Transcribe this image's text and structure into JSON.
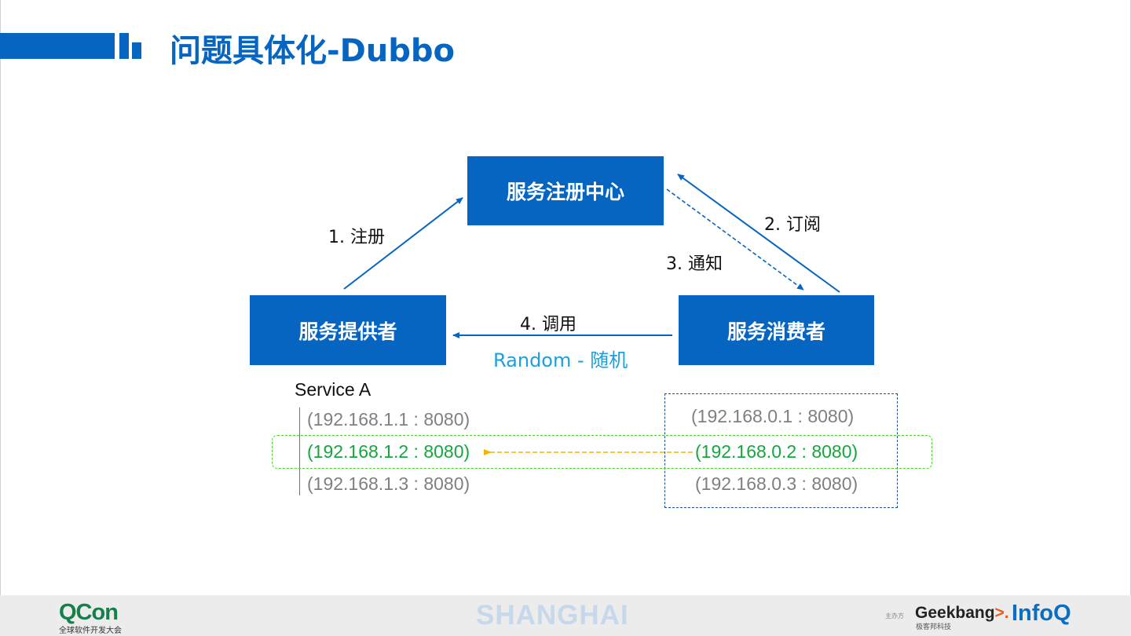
{
  "title": "问题具体化-Dubbo",
  "nodes": {
    "registry": "服务注册中心",
    "provider": "服务提供者",
    "consumer": "服务消费者"
  },
  "edges": {
    "register": "1. 注册",
    "subscribe": "2. 订阅",
    "notify": "3. 通知",
    "invoke": "4. 调用",
    "strategy": "Random - 随机"
  },
  "provider_list": {
    "service": "Service A",
    "addresses": [
      "(192.168.1.1 : 8080)",
      "(192.168.1.2 : 8080)",
      "(192.168.1.3 : 8080)"
    ]
  },
  "consumer_list": {
    "addresses": [
      "(192.168.0.1 : 8080)",
      "(192.168.0.2 : 8080)",
      "(192.168.0.3 : 8080)"
    ]
  },
  "selected_index": 1,
  "colors": {
    "primary": "#0565c0",
    "strategy_text": "#1aa0e0",
    "selected": "#14a83c",
    "selected_box": "#4cd32c",
    "route_arrow": "#f5b400",
    "inactive_text": "#808080"
  },
  "footer": {
    "event_logo": "QCon",
    "event_subtitle": "全球软件开发大会",
    "city": "SHANGHAI",
    "host_label": "主办方",
    "sponsor_prefix": "Geek",
    "sponsor_mid": "bang",
    "sponsor_suffix": ">.",
    "sponsor_subtitle": "极客邦科技",
    "media_logo": "InfoQ"
  }
}
